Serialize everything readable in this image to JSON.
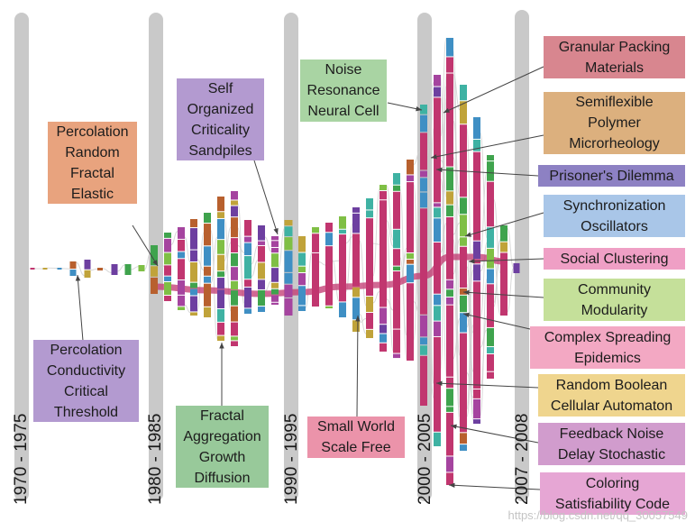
{
  "colors": {
    "period_bar": "#c9c9c9",
    "main_topic": "#c1366f",
    "bar_palette": [
      "#c1366f",
      "#3fa34d",
      "#a5449f",
      "#c0a33a",
      "#7fbf45",
      "#b8602e",
      "#3f8fc4",
      "#3fb2a3",
      "#6d3fa0",
      "#d0d0d0"
    ]
  },
  "periods": [
    {
      "label": "1970 - 1975"
    },
    {
      "label": "1980 - 1985"
    },
    {
      "label": "1990 - 1995"
    },
    {
      "label": "2000 - 2005"
    },
    {
      "label": "2007 - 2008"
    }
  ],
  "clusters": [
    {
      "label": "Percolation\nRandom\nFractal\nElastic",
      "color": "#e8a37e"
    },
    {
      "label": "Self\nOrganized\nCriticality\nSandpiles",
      "color": "#b39ad0"
    },
    {
      "label": "Noise\nResonance\nNeural Cell",
      "color": "#a9d4a3"
    },
    {
      "label": "Percolation\nConductivity\nCritical\nThreshold",
      "color": "#b39ad0"
    },
    {
      "label": "Fractal\nAggregation\nGrowth\nDiffusion",
      "color": "#98c99a"
    },
    {
      "label": "Small World\nScale Free",
      "color": "#eb93aa"
    },
    {
      "label": "Granular Packing\nMaterials",
      "color": "#d8868f"
    },
    {
      "label": "Semiflexible\nPolymer\nMicrorheology",
      "color": "#dcb07e"
    },
    {
      "label": "Prisoner's Dilemma",
      "color": "#8d81c3"
    },
    {
      "label": "Synchronization\nOscillators",
      "color": "#a9c6e8"
    },
    {
      "label": "Social Clustering",
      "color": "#ef9fc5"
    },
    {
      "label": "Community\nModularity",
      "color": "#c5e09a"
    },
    {
      "label": "Complex Spreading\nEpidemics",
      "color": "#f3a8c3"
    },
    {
      "label": "Random Boolean\nCellular Automaton",
      "color": "#efd58e"
    },
    {
      "label": "Feedback Noise\nDelay Stochastic",
      "color": "#d19ccd"
    },
    {
      "label": "Coloring\nSatisfiability Code",
      "color": "#e6a6d4"
    }
  ],
  "watermark": "https://blog.csdn.net/qq_30057549"
}
